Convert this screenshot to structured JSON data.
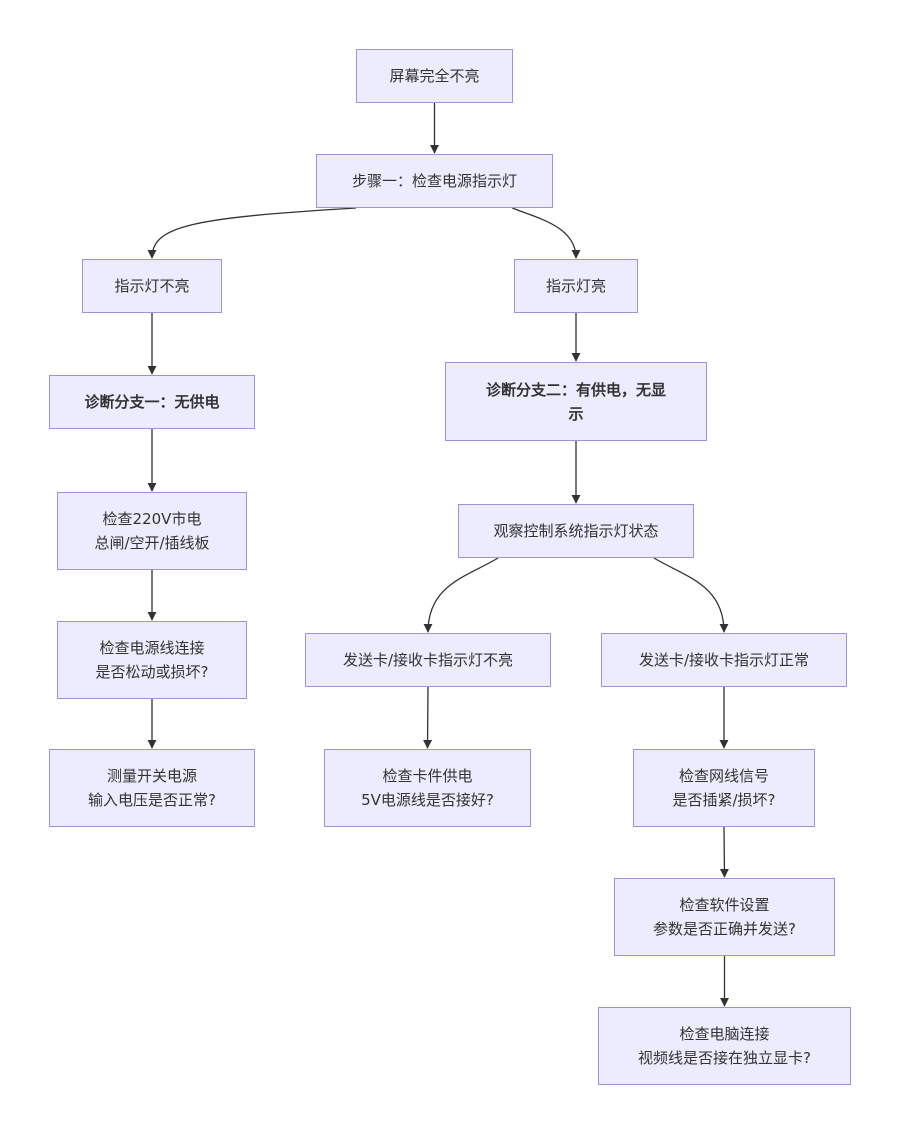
{
  "diagram": {
    "style": {
      "node_fill": "#ececfe",
      "node_stroke": "#a191d8",
      "edge_color": "#333333",
      "text_color": "#333333"
    },
    "nodes": [
      {
        "id": "n1",
        "lines": [
          "屏幕完全不亮"
        ]
      },
      {
        "id": "n2",
        "lines": [
          "步骤一：检查电源指示灯"
        ]
      },
      {
        "id": "n3",
        "lines": [
          "指示灯不亮"
        ]
      },
      {
        "id": "n4",
        "lines": [
          "指示灯亮"
        ]
      },
      {
        "id": "n5",
        "lines": [
          "诊断分支一：无供电"
        ],
        "bold": true
      },
      {
        "id": "n6",
        "lines": [
          "诊断分支二：有供电，无显",
          "示"
        ],
        "bold": true
      },
      {
        "id": "n7",
        "lines": [
          "检查220V市电",
          "总闸/空开/插线板"
        ]
      },
      {
        "id": "n8",
        "lines": [
          "观察控制系统指示灯状态"
        ]
      },
      {
        "id": "n9",
        "lines": [
          "检查电源线连接",
          "是否松动或损坏?"
        ]
      },
      {
        "id": "n10",
        "lines": [
          "发送卡/接收卡指示灯不亮"
        ]
      },
      {
        "id": "n11",
        "lines": [
          "发送卡/接收卡指示灯正常"
        ]
      },
      {
        "id": "n12",
        "lines": [
          "测量开关电源",
          "输入电压是否正常?"
        ]
      },
      {
        "id": "n13",
        "lines": [
          "检查卡件供电",
          "5V电源线是否接好?"
        ]
      },
      {
        "id": "n14",
        "lines": [
          "检查网线信号",
          "是否插紧/损坏?"
        ]
      },
      {
        "id": "n15",
        "lines": [
          "检查软件设置",
          "参数是否正确并发送?"
        ]
      },
      {
        "id": "n16",
        "lines": [
          "检查电脑连接",
          "视频线是否接在独立显卡?"
        ]
      }
    ],
    "edges": [
      {
        "from": "n1",
        "to": "n2"
      },
      {
        "from": "n2",
        "to": "n3"
      },
      {
        "from": "n2",
        "to": "n4"
      },
      {
        "from": "n3",
        "to": "n5"
      },
      {
        "from": "n4",
        "to": "n6"
      },
      {
        "from": "n5",
        "to": "n7"
      },
      {
        "from": "n7",
        "to": "n9"
      },
      {
        "from": "n9",
        "to": "n12"
      },
      {
        "from": "n6",
        "to": "n8"
      },
      {
        "from": "n8",
        "to": "n10"
      },
      {
        "from": "n8",
        "to": "n11"
      },
      {
        "from": "n10",
        "to": "n13"
      },
      {
        "from": "n11",
        "to": "n14"
      },
      {
        "from": "n14",
        "to": "n15"
      },
      {
        "from": "n15",
        "to": "n16"
      }
    ]
  }
}
